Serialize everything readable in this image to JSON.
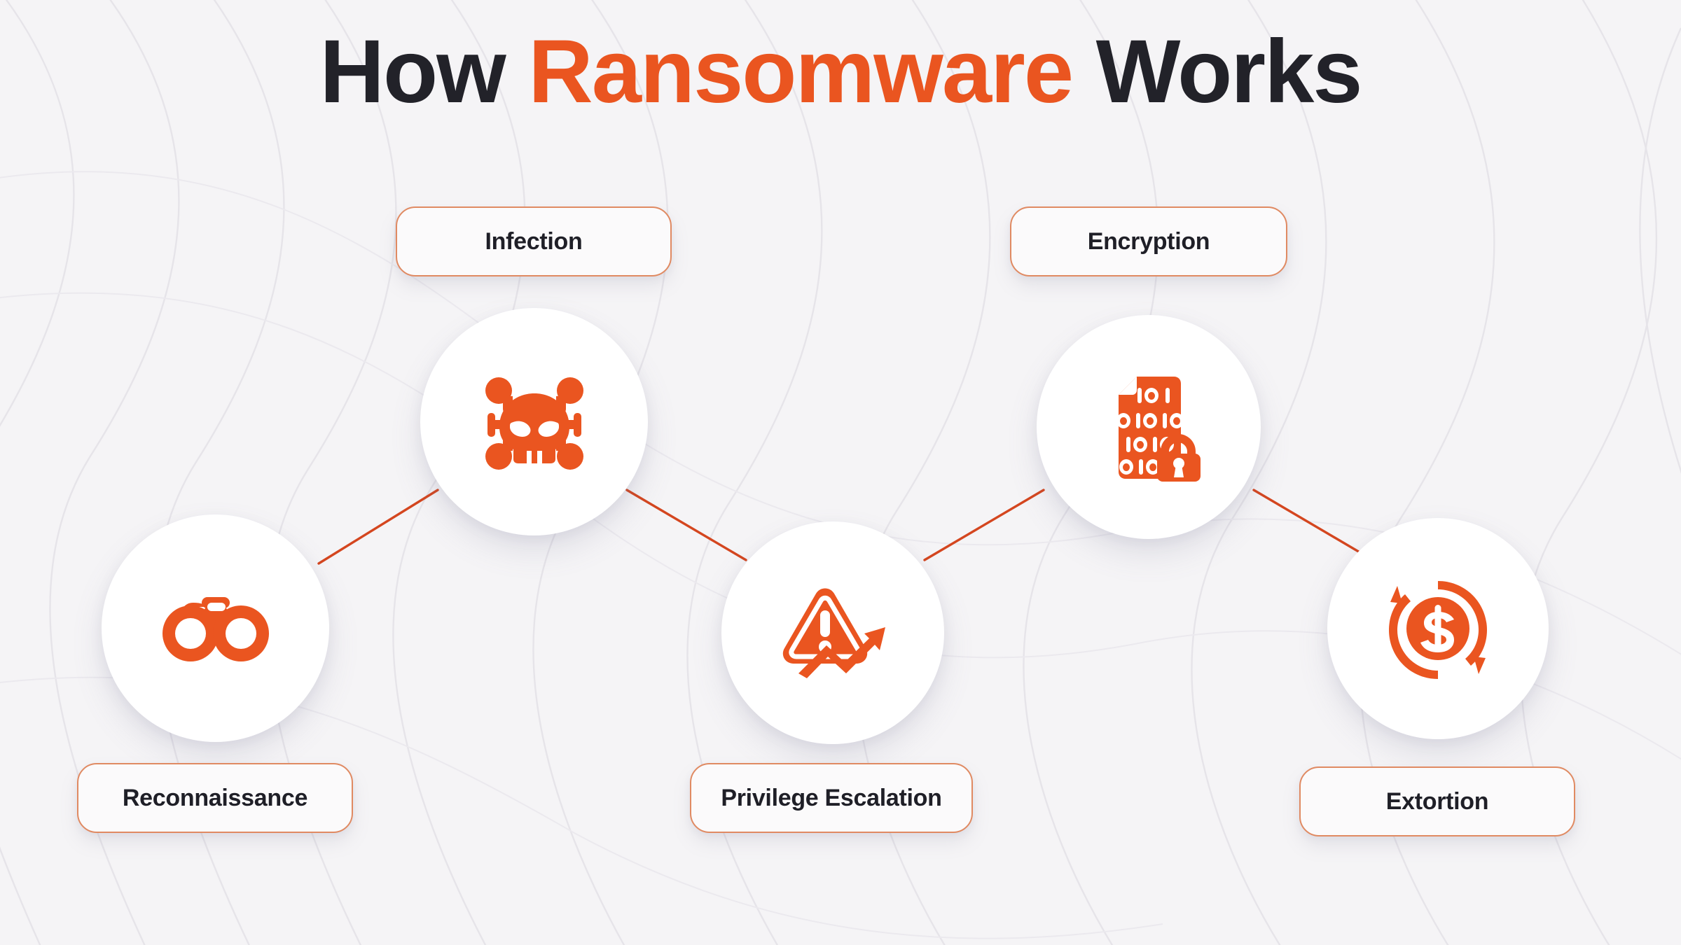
{
  "title": {
    "part1": "How ",
    "accent": "Ransomware",
    "part2": " Works"
  },
  "colors": {
    "accent": "#ea5520",
    "title_dark": "#222229",
    "background": "#f5f4f6",
    "pill_border": "#e08a62",
    "pill_fill": "#fbfafb",
    "connector": "#d4461f",
    "circle_fill": "#ffffff"
  },
  "stages": [
    {
      "id": "reconnaissance",
      "label": "Reconnaissance",
      "icon": "binoculars-icon",
      "label_position": "below"
    },
    {
      "id": "infection",
      "label": "Infection",
      "icon": "skull-malware-icon",
      "label_position": "above"
    },
    {
      "id": "privilege-escalation",
      "label": "Privilege Escalation",
      "icon": "warning-trend-icon",
      "label_position": "below"
    },
    {
      "id": "encryption",
      "label": "Encryption",
      "icon": "encrypted-file-lock-icon",
      "label_position": "above"
    },
    {
      "id": "extortion",
      "label": "Extortion",
      "icon": "money-ransom-icon",
      "label_position": "below"
    }
  ]
}
